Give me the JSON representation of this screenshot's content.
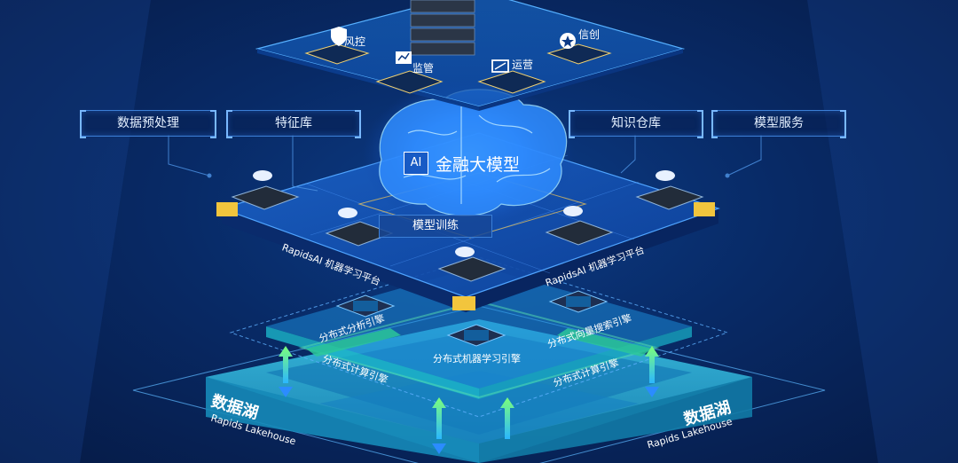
{
  "callouts": {
    "left1": "数据预处理",
    "left2": "特征库",
    "right1": "知识仓库",
    "right2": "模型服务"
  },
  "top_chips": {
    "risk": "风控",
    "monitor": "监管",
    "ops": "运营",
    "xinchuang": "信创"
  },
  "center": {
    "ai_badge": "AI",
    "name": "金融大模型",
    "training": "模型训练"
  },
  "platform": {
    "left_label": "RapidsAI 机器学习平台",
    "right_label": "RapidsAI 机器学习平台"
  },
  "engines": {
    "distributed_analysis": "分布式分析引擎",
    "distributed_ml": "分布式机器学习引擎",
    "distributed_vector": "分布式向量搜索引擎",
    "compute_left": "分布式计算引擎",
    "compute_right": "分布式计算引擎"
  },
  "lakehouse": {
    "left_title": "数据湖",
    "left_sub": "Rapids Lakehouse",
    "right_title": "数据湖",
    "right_sub": "Rapids Lakehouse"
  },
  "colors": {
    "accent": "#2f8cff",
    "lake": "#29b3d6",
    "arrow_green": "#6cf07a",
    "node_yellow": "#f2c53d"
  },
  "icons": [
    "shield-icon",
    "chart-icon",
    "monitor-icon",
    "star-badge-icon",
    "ai-chip-icon",
    "brain-icon"
  ]
}
